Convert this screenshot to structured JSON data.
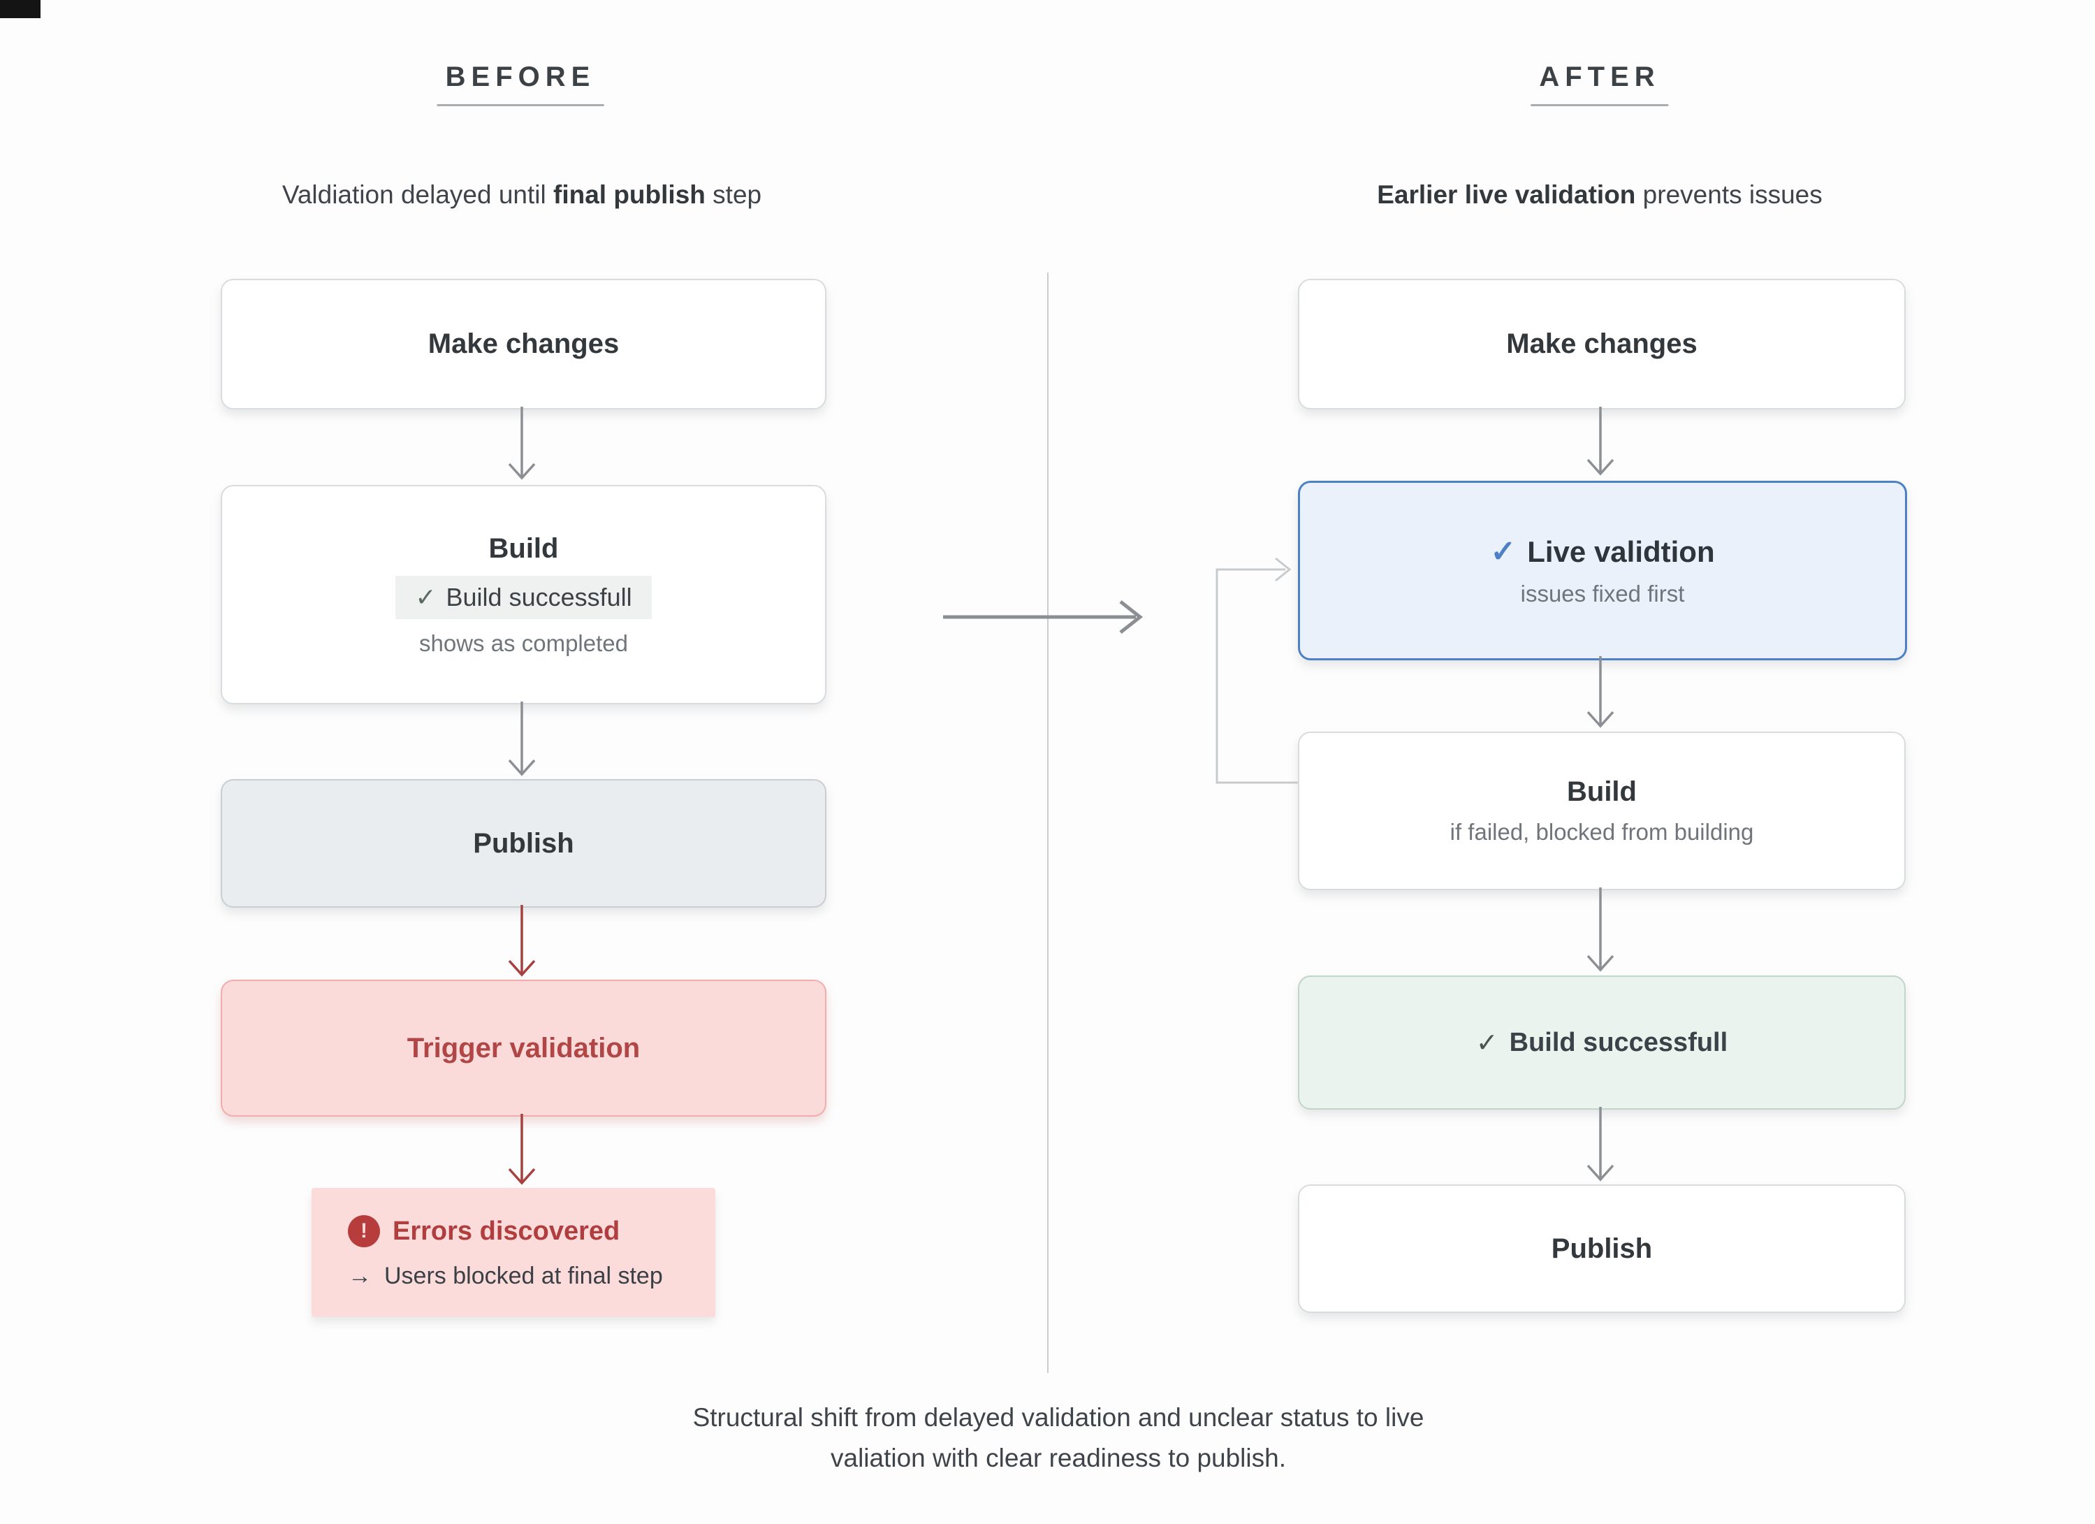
{
  "before": {
    "title": "BEFORE",
    "subtitle": {
      "pre": "Valdiation delayed until ",
      "bold": "final publish",
      "post": " step"
    },
    "make_changes": {
      "title": "Make changes"
    },
    "build": {
      "title": "Build",
      "badge": "Build successfull",
      "note": "shows as completed"
    },
    "publish": {
      "title": "Publish"
    },
    "trigger_validation": {
      "title": "Trigger validation"
    },
    "errors": {
      "title": "Errors discovered",
      "note": "Users blocked at final step"
    }
  },
  "after": {
    "title": "AFTER",
    "subtitle": {
      "bold": "Earlier live validation",
      "post": " prevents issues"
    },
    "make_changes": {
      "title": "Make changes"
    },
    "live_validation": {
      "title": "Live validtion",
      "note": "issues fixed first"
    },
    "build": {
      "title": "Build",
      "note": "if failed, blocked from building"
    },
    "build_successful": {
      "title": "Build successfull"
    },
    "publish": {
      "title": "Publish"
    }
  },
  "caption": {
    "line1": "Structural shift from delayed validation and unclear status to live",
    "line2": "valiation with clear readiness to publish."
  },
  "icons": {
    "check": "✓",
    "right_arrow": "→",
    "exclamation": "!"
  },
  "colors": {
    "accent_blue": "#4d80c4",
    "accent_red": "#b04646",
    "blue_bg": "#ebf1fb",
    "red_bg": "#fbdada",
    "green_bg": "#ebf3ee",
    "gray_bg": "#e9edef"
  }
}
